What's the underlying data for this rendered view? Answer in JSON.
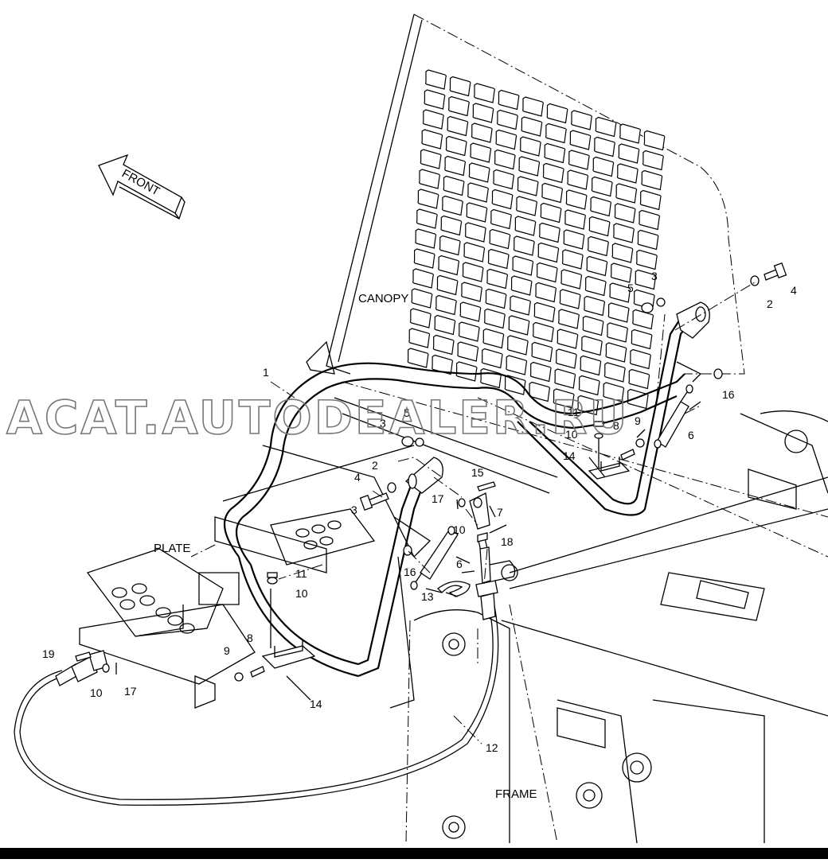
{
  "direction_arrow": {
    "label": "FRONT"
  },
  "section_labels": {
    "canopy": "CANOPY",
    "plate": "PLATE",
    "frame": "FRAME"
  },
  "watermark": "ACAT.AUTODEALER.RU",
  "callouts": {
    "c1": "1",
    "c2a": "2",
    "c2b": "2",
    "c3a": "3",
    "c3b": "3",
    "c3c": "3",
    "c4a": "4",
    "c4b": "4",
    "c5a": "5",
    "c5b": "5",
    "c6a": "6",
    "c6b": "6",
    "c7": "7",
    "c8a": "8",
    "c8b": "8",
    "c9a": "9",
    "c9b": "9",
    "c10a": "10",
    "c10b": "10",
    "c10c": "10",
    "c10d": "10",
    "c11a": "11",
    "c11b": "11",
    "c12": "12",
    "c13": "13",
    "c14a": "14",
    "c14b": "14",
    "c15": "15",
    "c16a": "16",
    "c16b": "16",
    "c17a": "17",
    "c17b": "17",
    "c18": "18",
    "c19": "19"
  },
  "colors": {
    "ink": "#000000",
    "paper": "#ffffff",
    "bottom_bar": "#000000",
    "watermark": "#777777"
  }
}
